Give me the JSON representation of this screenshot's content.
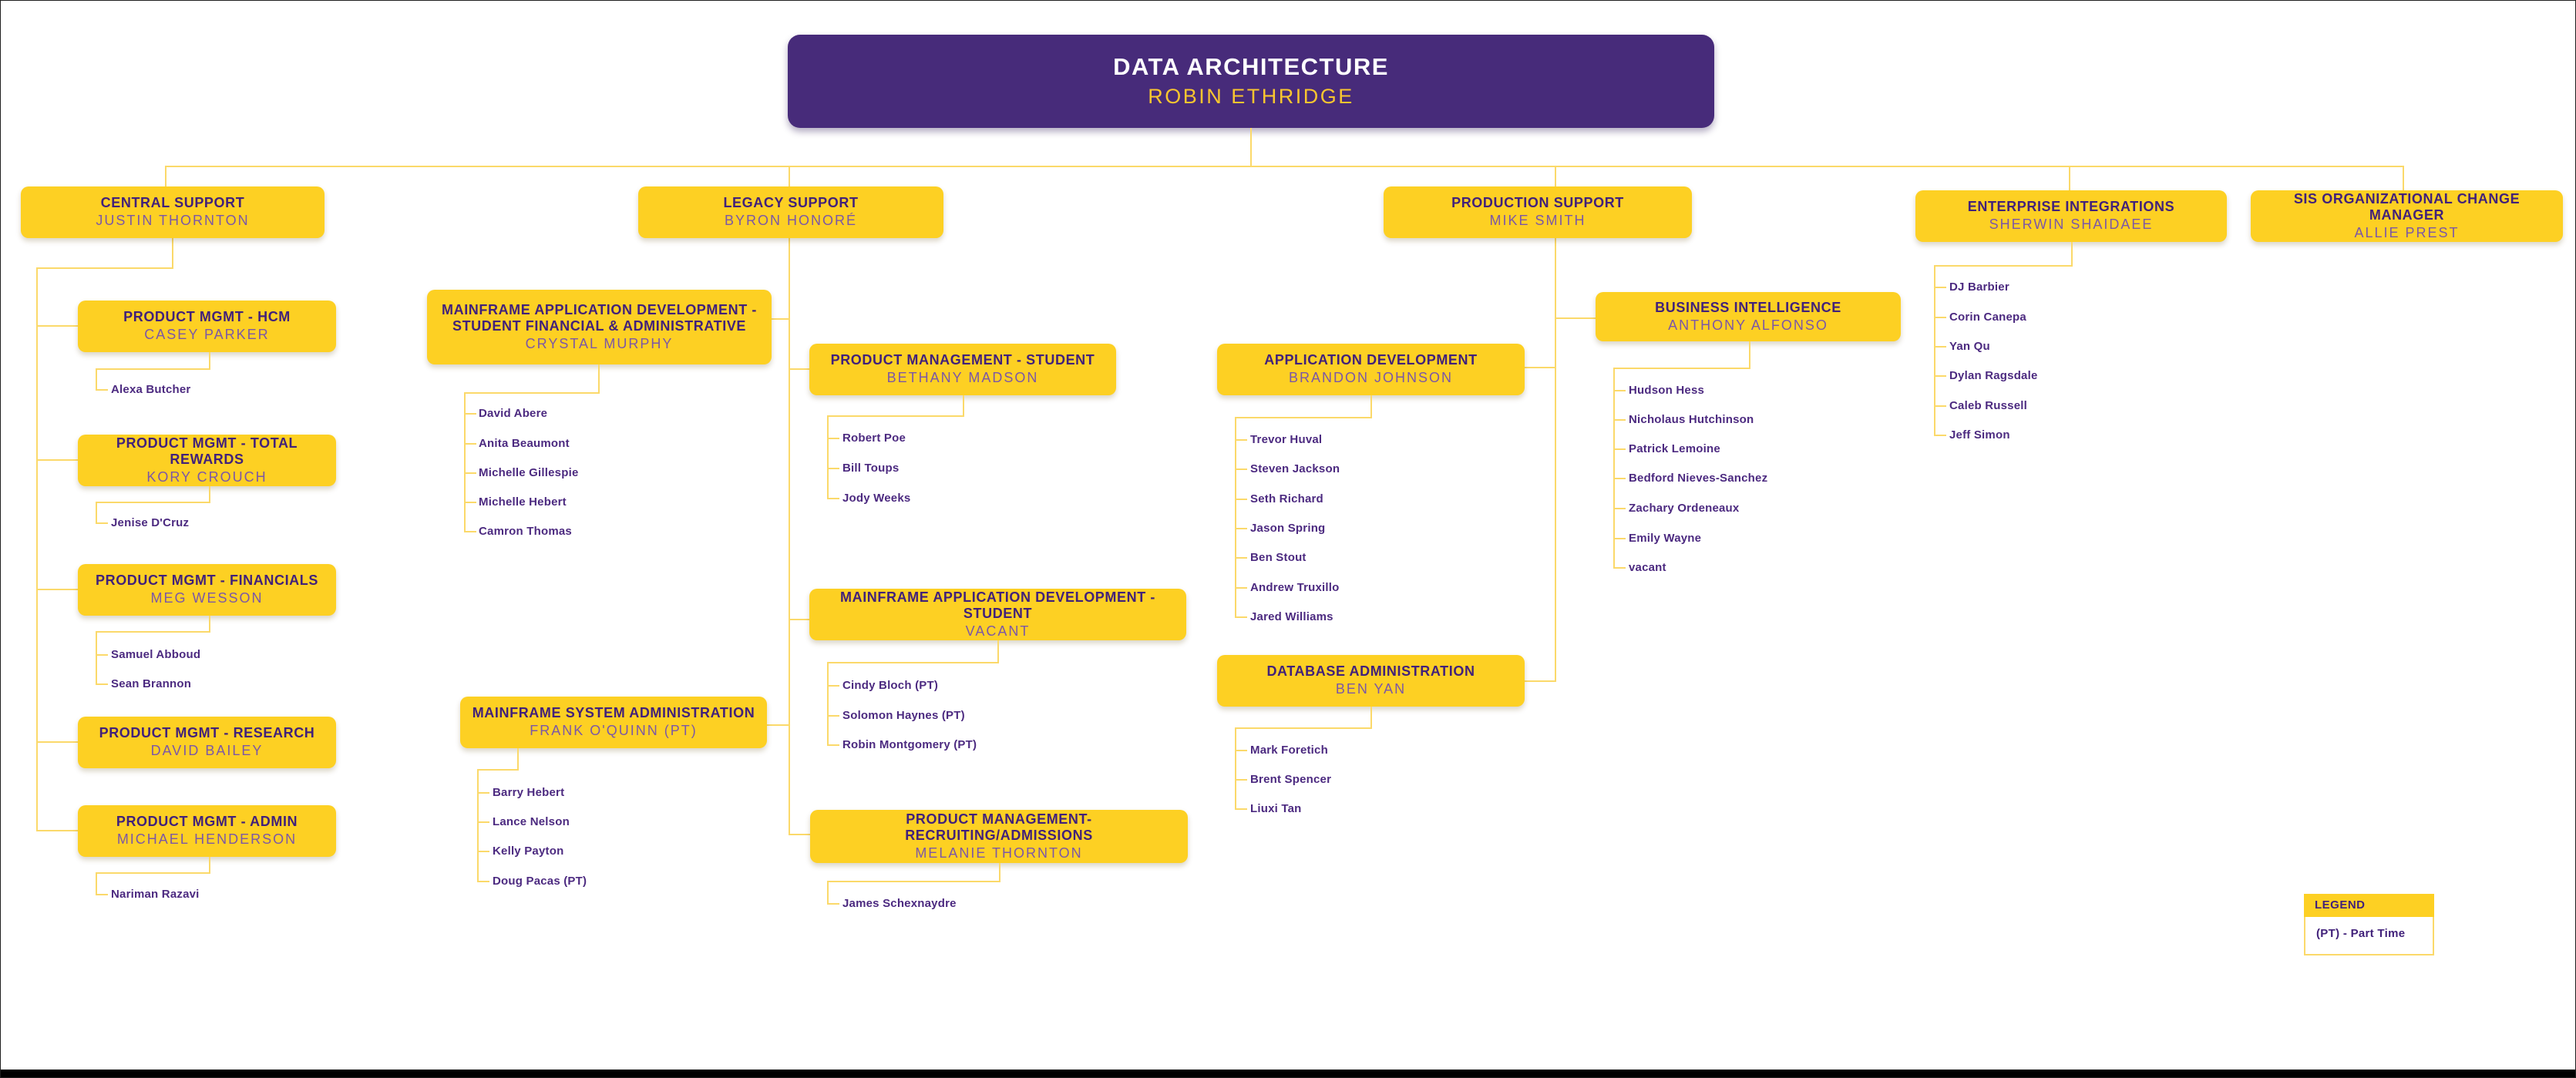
{
  "header": {
    "title": "DATA ARCHITECTURE",
    "name": "ROBIN ETHRIDGE"
  },
  "legend": {
    "title": "LEGEND",
    "entry": "(PT) - Part Time"
  },
  "colors": {
    "purple": "#472B7A",
    "gold": "#FDD023",
    "connector": "#FBD96A",
    "box_title": "#41217A",
    "box_name": "#7B57A7",
    "member": "#4C2A80",
    "root_name": "#F9C62F"
  },
  "boxes": [
    {
      "id": "central-support",
      "title": "CENTRAL SUPPORT",
      "name": "JUSTIN THORNTON",
      "members": []
    },
    {
      "id": "pm-hcm",
      "title": "PRODUCT MGMT - HCM",
      "name": "CASEY PARKER",
      "members": [
        "Alexa Butcher"
      ]
    },
    {
      "id": "pm-total-rewards",
      "title": "PRODUCT MGMT - TOTAL REWARDS",
      "name": "KORY CROUCH",
      "members": [
        "Jenise D'Cruz"
      ]
    },
    {
      "id": "pm-financials",
      "title": "PRODUCT MGMT - FINANCIALS",
      "name": "MEG WESSON",
      "members": [
        "Samuel Abboud",
        "Sean Brannon"
      ]
    },
    {
      "id": "pm-research",
      "title": "PRODUCT MGMT - RESEARCH",
      "name": "DAVID BAILEY",
      "members": []
    },
    {
      "id": "pm-admin",
      "title": "PRODUCT MGMT - ADMIN",
      "name": "MICHAEL HENDERSON",
      "members": [
        "Nariman Razavi"
      ]
    },
    {
      "id": "legacy-support",
      "title": "LEGACY SUPPORT",
      "name": "BYRON HONORÉ",
      "members": []
    },
    {
      "id": "mad-sfa",
      "title": "MAINFRAME APPLICATION  DEVELOPMENT - STUDENT FINANCIAL & ADMINISTRATIVE",
      "name": "CRYSTAL MURPHY",
      "members": [
        "David Abere",
        "Anita Beaumont",
        "Michelle Gillespie",
        "Michelle Hebert",
        "Camron Thomas"
      ]
    },
    {
      "id": "msa",
      "title": "MAINFRAME SYSTEM ADMINISTRATION",
      "name": "FRANK O'QUINN (PT)",
      "members": [
        "Barry Hebert",
        "Lance Nelson",
        "Kelly Payton",
        "Doug Pacas (PT)"
      ]
    },
    {
      "id": "pm-student",
      "title": "PRODUCT MANAGEMENT - STUDENT",
      "name": "BETHANY MADSON",
      "members": [
        "Robert Poe",
        "Bill Toups",
        "Jody Weeks"
      ]
    },
    {
      "id": "mad-student",
      "title": "MAINFRAME APPLICATION DEVELOPMENT - STUDENT",
      "name": "VACANT",
      "members": [
        "Cindy Bloch (PT)",
        "Solomon Haynes (PT)",
        "Robin Montgomery (PT)"
      ]
    },
    {
      "id": "pm-recruiting",
      "title": "PRODUCT MANAGEMENT- RECRUITING/ADMISSIONS",
      "name": "MELANIE THORNTON",
      "members": [
        "James Schexnaydre"
      ]
    },
    {
      "id": "production-support",
      "title": "PRODUCTION SUPPORT",
      "name": "MIKE SMITH",
      "members": []
    },
    {
      "id": "app-dev",
      "title": "APPLICATION DEVELOPMENT",
      "name": "BRANDON JOHNSON",
      "members": [
        "Trevor Huval",
        "Steven Jackson",
        "Seth Richard",
        "Jason Spring",
        "Ben Stout",
        "Andrew Truxillo",
        "Jared Williams"
      ]
    },
    {
      "id": "dba",
      "title": "DATABASE ADMINISTRATION",
      "name": "BEN YAN",
      "members": [
        "Mark Foretich",
        "Brent Spencer",
        "Liuxi Tan"
      ]
    },
    {
      "id": "bi",
      "title": "BUSINESS INTELLIGENCE",
      "name": "ANTHONY ALFONSO",
      "members": [
        "Hudson Hess",
        "Nicholaus Hutchinson",
        "Patrick Lemoine",
        "Bedford Nieves-Sanchez",
        "Zachary Ordeneaux",
        "Emily Wayne",
        "vacant"
      ]
    },
    {
      "id": "enterprise-integrations",
      "title": "ENTERPRISE INTEGRATIONS",
      "name": "SHERWIN SHAIDAEE",
      "members": [
        "DJ Barbier",
        "Corin Canepa",
        "Yan Qu",
        "Dylan Ragsdale",
        "Caleb Russell",
        "Jeff Simon"
      ]
    },
    {
      "id": "sis-ocm",
      "title": "SIS ORGANIZATIONAL CHANGE MANAGER",
      "name": "ALLIE PREST",
      "members": []
    }
  ]
}
